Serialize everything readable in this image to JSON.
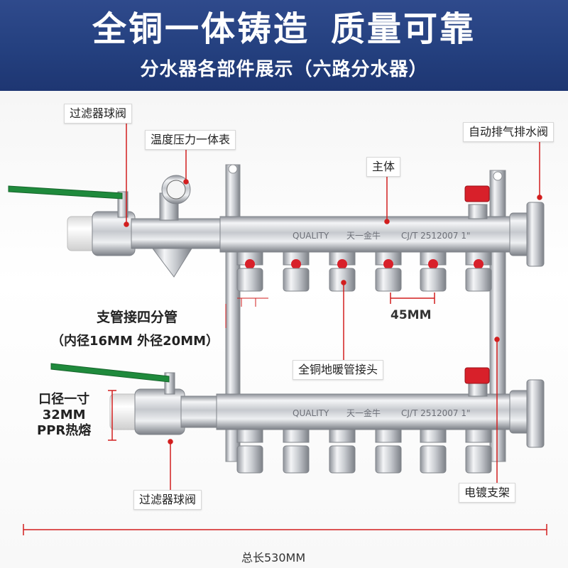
{
  "banner": {
    "title_part1": "全铜一体铸造",
    "title_part2": "质量可靠",
    "subtitle": "分水器各部件展示（六路分水器）"
  },
  "labels": {
    "filter_ball_valve_top": "过滤器球阀",
    "temp_pressure_gauge": "温度压力一体表",
    "auto_vent_drain_valve": "自动排气排水阀",
    "main_body": "主体",
    "branch_pipe": "支管接四分管",
    "pipe_diameter": "（内径16MM 外径20MM）",
    "spacing": "45MM",
    "floor_heating_connector": "全铜地暖管接头",
    "inlet_line1": "口径一寸",
    "inlet_line2": "32MM",
    "inlet_line3": "PPR热熔",
    "filter_ball_valve_bottom": "过滤器球阀",
    "bracket": "电镀支架",
    "total_length": "总长530MM"
  },
  "engraving": {
    "quality": "QUALITY",
    "brand": "天一金牛",
    "standard": "CJ/T 2512007 1\""
  },
  "colors": {
    "banner_blue": "#24407f",
    "leader_red": "#d21e1e",
    "valve_handle_green": "#1f8a3c",
    "knob_red": "#d8202a",
    "chrome": "#c9ccd1"
  }
}
